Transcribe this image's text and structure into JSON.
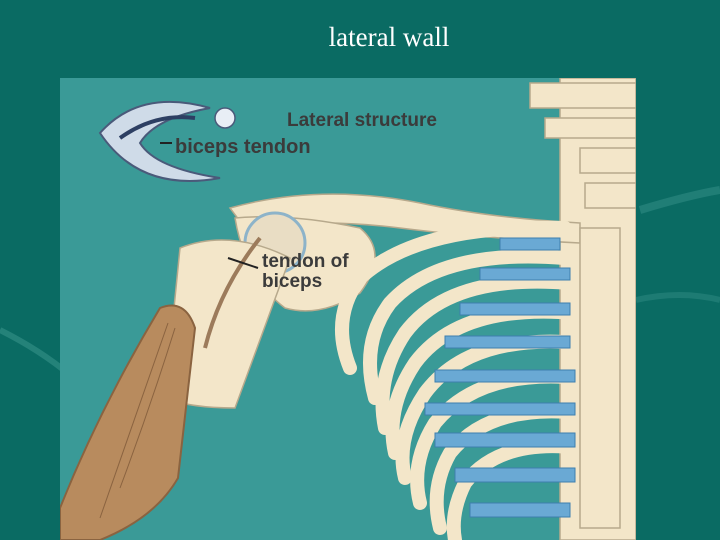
{
  "slide": {
    "title": "lateral wall"
  },
  "figure": {
    "label_lateral_structure": "Lateral structure",
    "label_biceps_tendon": "biceps tendon",
    "label_tendon_of_line1": "tendon of",
    "label_tendon_of_line2": "biceps"
  },
  "colors": {
    "background": "#0a6b63",
    "figure_background": "#3a9a97",
    "bone": "#f3e6c9",
    "muscle": "#b88b5e",
    "intercostal": "#6aa9d4",
    "label_text": "#3b3b3b"
  }
}
